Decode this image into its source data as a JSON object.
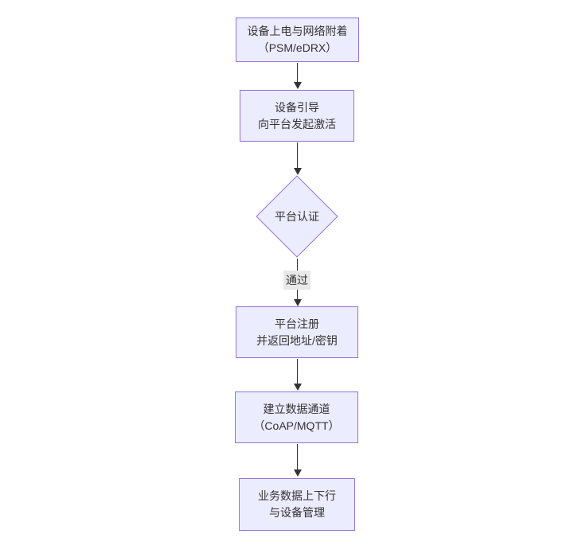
{
  "diagram": {
    "type": "flowchart",
    "direction": "top-down",
    "nodes": [
      {
        "id": "power-network-attach",
        "shape": "rect",
        "lines": [
          "设备上电与网络附着",
          "（PSM/eDRX）"
        ]
      },
      {
        "id": "device-bootstrap",
        "shape": "rect",
        "lines": [
          "设备引导",
          "向平台发起激活"
        ]
      },
      {
        "id": "platform-auth",
        "shape": "diamond",
        "lines": [
          "平台认证"
        ]
      },
      {
        "id": "platform-register",
        "shape": "rect",
        "lines": [
          "平台注册",
          "并返回地址/密钥"
        ]
      },
      {
        "id": "data-channel",
        "shape": "rect",
        "lines": [
          "建立数据通道",
          "（CoAP/MQTT）"
        ]
      },
      {
        "id": "business-data",
        "shape": "rect",
        "lines": [
          "业务数据上下行",
          "与设备管理"
        ]
      }
    ],
    "edges": [
      {
        "from": "power-network-attach",
        "to": "device-bootstrap",
        "label": ""
      },
      {
        "from": "device-bootstrap",
        "to": "platform-auth",
        "label": ""
      },
      {
        "from": "platform-auth",
        "to": "platform-register",
        "label": "通过"
      },
      {
        "from": "platform-register",
        "to": "data-channel",
        "label": ""
      },
      {
        "from": "data-channel",
        "to": "business-data",
        "label": ""
      }
    ],
    "colors": {
      "node_fill": "#ECECFF",
      "node_border": "#9370DB",
      "text": "#333333",
      "edge": "#333333",
      "edge_label_bg": "#e8e8e8",
      "background": "#ffffff"
    }
  }
}
